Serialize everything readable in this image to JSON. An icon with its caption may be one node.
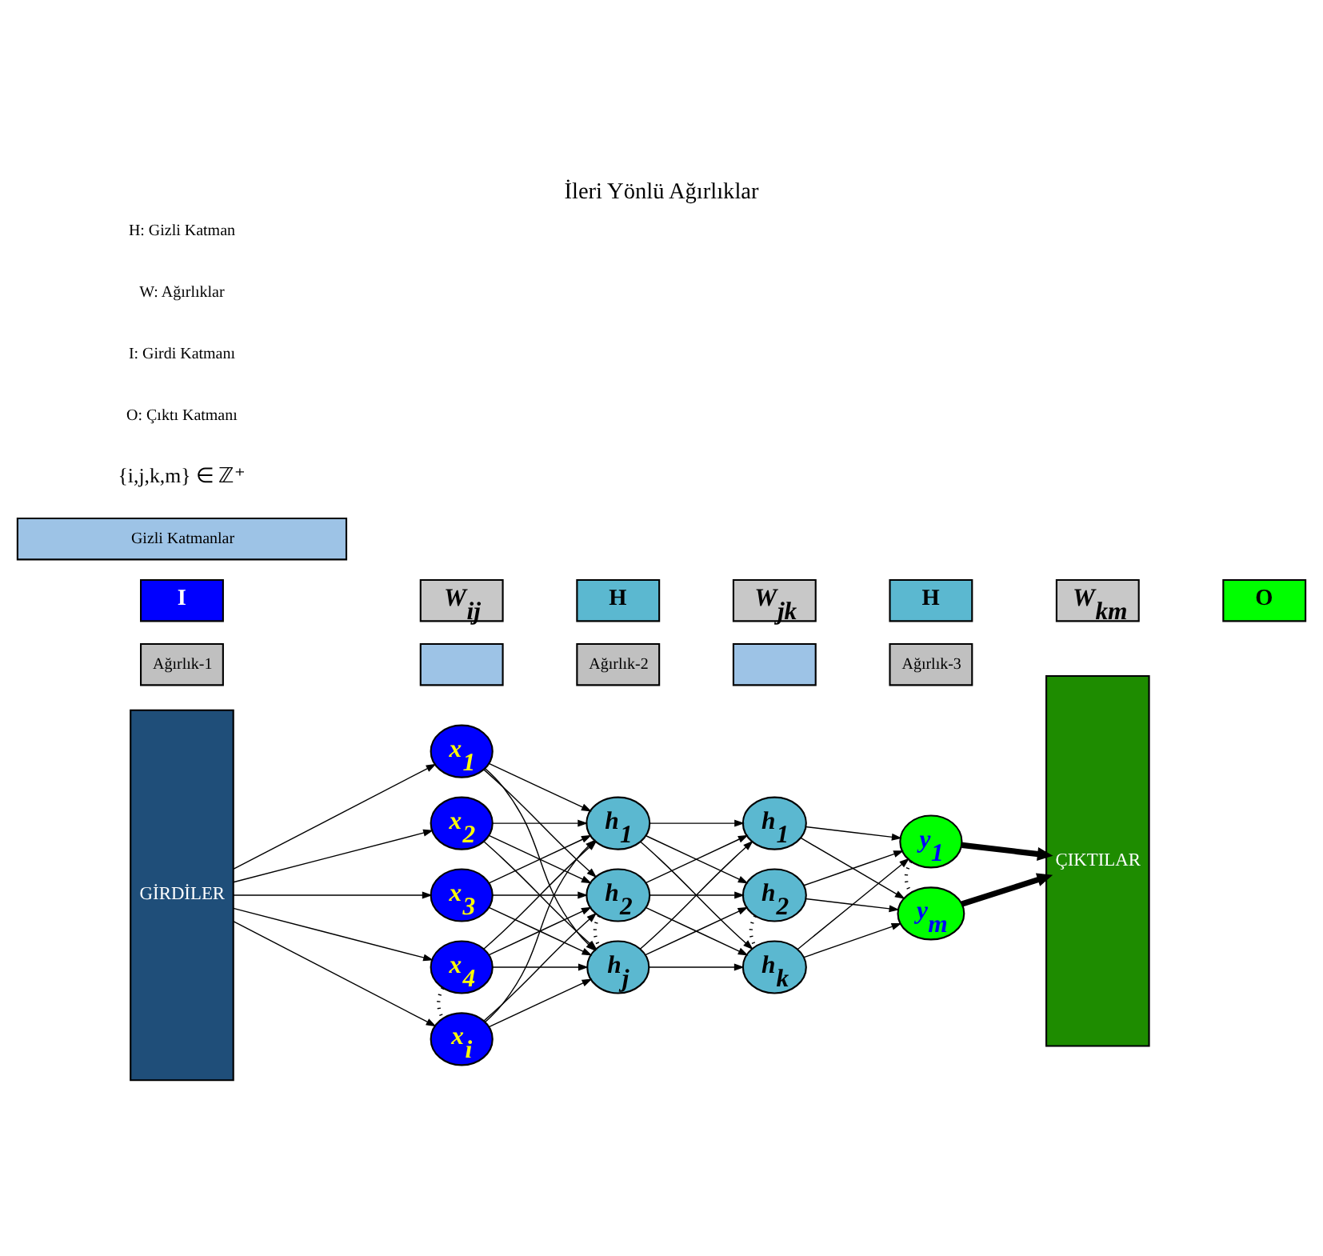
{
  "diagram": {
    "title": "İleri Yönlü Ağırlıklar",
    "nodes": [
      {
        "text": [
          "GİRDİLER"
        ]
      },
      {
        "text": [
          "x$_{1}$"
        ]
      },
      {
        "text": [
          "x$_{2}$"
        ]
      },
      {
        "text": [
          "x$_{3}$"
        ]
      },
      {
        "text": [
          "x$_{4}$"
        ]
      },
      {
        "text": [
          "x$_{i}$"
        ]
      },
      {
        "text": [
          "h$_{1}$"
        ]
      },
      {
        "text": [
          "h$_{2}$"
        ]
      },
      {
        "text": [
          "h$_{j}$"
        ]
      },
      {
        "text": [
          "h$_{1}$"
        ]
      },
      {
        "text": [
          "h$_{2}$"
        ]
      },
      {
        "text": [
          "h$_{k}$"
        ]
      },
      {
        "text": [
          "y$_{1}$"
        ]
      },
      {
        "text": [
          "y$_{m}$"
        ]
      },
      {
        "text": [
          "ÇIKTILAR"
        ]
      },
      {
        "text": [
          "Ağırlık-1"
        ]
      },
      {
        "text": [],
        "shape": "box"
      },
      {
        "text": [
          "Ağırlık-2"
        ]
      },
      {
        "text": [],
        "shape": "box"
      },
      {
        "text": [
          "Ağırlık-3"
        ]
      },
      {
        "text": [
          "I"
        ]
      },
      {
        "text": [
          "W$_{ij}$"
        ]
      },
      {
        "text": [
          "H"
        ]
      },
      {
        "text": [
          "W$_{jk}$"
        ]
      },
      {
        "text": [
          "H"
        ]
      },
      {
        "text": [
          "W$_{km}$"
        ]
      },
      {
        "text": [
          "O"
        ]
      },
      {
        "text": [
          "Gizli Katmanlar"
        ]
      }
    ],
    "edges": [
      {
        "from": 0,
        "to": 1,
        "arrow": "to"
      },
      {
        "from": 0,
        "to": 2,
        "arrow": "to"
      },
      {
        "from": 0,
        "to": 3,
        "arrow": "to"
      },
      {
        "from": 0,
        "to": 4,
        "arrow": "to"
      },
      {
        "from": 0,
        "to": 5,
        "arrow": "to"
      },
      {
        "from": 1,
        "to": 6,
        "arrow": "to"
      },
      {
        "from": 1,
        "to": 7,
        "arrow": "to"
      },
      {
        "from": 1,
        "to": 8,
        "arrow": "to"
      },
      {
        "from": 2,
        "to": 6,
        "arrow": "to"
      },
      {
        "from": 2,
        "to": 7,
        "arrow": "to"
      },
      {
        "from": 2,
        "to": 8,
        "arrow": "to"
      },
      {
        "from": 3,
        "to": 6,
        "arrow": "to"
      },
      {
        "from": 3,
        "to": 7,
        "arrow": "to"
      },
      {
        "from": 3,
        "to": 8,
        "arrow": "to"
      },
      {
        "from": 4,
        "to": 6,
        "arrow": "to"
      },
      {
        "from": 4,
        "to": 7,
        "arrow": "to"
      },
      {
        "from": 4,
        "to": 8,
        "arrow": "to"
      },
      {
        "from": 5,
        "to": 6,
        "arrow": "to"
      },
      {
        "from": 5,
        "to": 7,
        "arrow": "to"
      },
      {
        "from": 5,
        "to": 8,
        "arrow": "to"
      },
      {
        "from": 6,
        "to": 9,
        "arrow": "to"
      },
      {
        "from": 6,
        "to": 10,
        "arrow": "to"
      },
      {
        "from": 6,
        "to": 11,
        "arrow": "to"
      },
      {
        "from": 7,
        "to": 9,
        "arrow": "to"
      },
      {
        "from": 7,
        "to": 10,
        "arrow": "to"
      },
      {
        "from": 7,
        "to": 11,
        "arrow": "to"
      },
      {
        "from": 8,
        "to": 9,
        "arrow": "to"
      },
      {
        "from": 8,
        "to": 10,
        "arrow": "to"
      },
      {
        "from": 8,
        "to": 11,
        "arrow": "to"
      },
      {
        "from": 9,
        "to": 12,
        "arrow": "to"
      },
      {
        "from": 9,
        "to": 13,
        "arrow": "to"
      },
      {
        "from": 10,
        "to": 12,
        "arrow": "to"
      },
      {
        "from": 10,
        "to": 13,
        "arrow": "to"
      },
      {
        "from": 11,
        "to": 12,
        "arrow": "to"
      },
      {
        "from": 11,
        "to": 13,
        "arrow": "to"
      },
      {
        "from": 12,
        "to": 14,
        "arrow": "to",
        "style": "thick"
      },
      {
        "from": 13,
        "to": 14,
        "arrow": "to",
        "style": "thick"
      },
      {
        "from": 4,
        "to": 5,
        "arrow": "none",
        "style": "dashed"
      },
      {
        "from": 7,
        "to": 8,
        "arrow": "none",
        "style": "dashed"
      },
      {
        "from": 10,
        "to": 11,
        "arrow": "none",
        "style": "dashed"
      },
      {
        "from": 12,
        "to": 13,
        "arrow": "none",
        "style": "dashed"
      }
    ],
    "labels": [
      "{i,j,k,m} ∈ ℤ⁺",
      "H: Gizli Katman",
      "W: Ağırlıklar",
      "I: Girdi Katmanı",
      "O: Çıktı Katmanı"
    ]
  }
}
